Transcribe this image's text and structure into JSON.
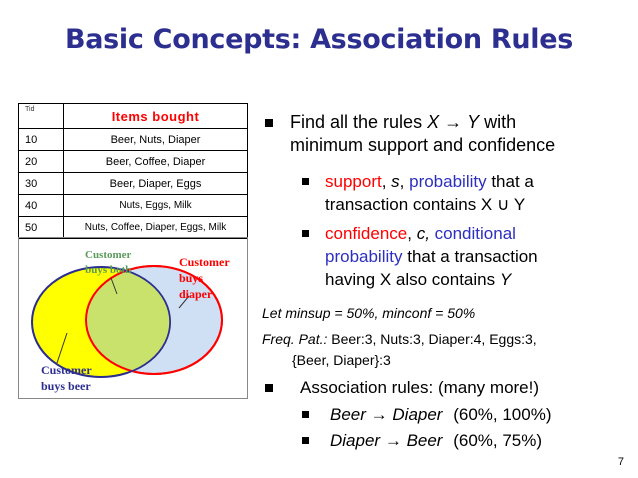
{
  "slide": {
    "title": "Basic Concepts: Association Rules",
    "page_number": "7"
  },
  "table": {
    "header_tid": "Tid",
    "header_items": "Items bought",
    "rows": [
      {
        "tid": "10",
        "items": "Beer, Nuts, Diaper"
      },
      {
        "tid": "20",
        "items": "Beer, Coffee, Diaper"
      },
      {
        "tid": "30",
        "items": "Beer, Diaper, Eggs"
      },
      {
        "tid": "40",
        "items": "Nuts, Eggs, Milk"
      },
      {
        "tid": "50",
        "items": "Nuts, Coffee, Diaper, Eggs, Milk"
      }
    ]
  },
  "venn": {
    "both_label_1": "Customer",
    "both_label_2": "buys both",
    "diaper_label_1": "Customer",
    "diaper_label_2": "buys",
    "diaper_label_3": "diaper",
    "beer_label_1": "Customer",
    "beer_label_2": "buys beer",
    "colors": {
      "beer": "#ffff00",
      "diaper": "#cfe0f5",
      "overlap": "#c9e26b",
      "both_text": "#5a9a5a",
      "diaper_text": "#ff0000",
      "beer_text": "#2c2f8f"
    }
  },
  "bullets": {
    "b1_pre": "Find all the rules ",
    "b1_x": "X",
    "b1_arrow": " → ",
    "b1_y": "Y",
    "b1_post": " with",
    "b1_line2": "minimum support and confidence",
    "support_word": "support",
    "support_sep": ", ",
    "support_s": "s",
    "support_sep2": ", ",
    "support_prob": "probability",
    "support_rest": " that a",
    "support_line2": "transaction contains X ∪ Y",
    "conf_word": "confidence",
    "conf_sep": ", ",
    "conf_c": "c,",
    "conf_cond": " conditional",
    "conf_line2_blue": "probability",
    "conf_line2_rest": " that a transaction",
    "conf_line3": "having X also contains ",
    "conf_line3_y": "Y"
  },
  "let_line": "Let  minsup = 50%, minconf = 50%",
  "freq": {
    "label": "Freq. Pat.:",
    "line1": " Beer:3, Nuts:3, Diaper:4, Eggs:3,",
    "line2": "{Beer, Diaper}:3"
  },
  "assoc": {
    "heading": "Association rules: (many more!)",
    "rule1_lhs": "Beer",
    "rule1_rhs": "Diaper",
    "rule1_vals": "(60%, 100%)",
    "rule2_lhs": "Diaper",
    "rule2_rhs": "Beer",
    "rule2_vals": "(60%, 75%)",
    "arrow": "→"
  }
}
